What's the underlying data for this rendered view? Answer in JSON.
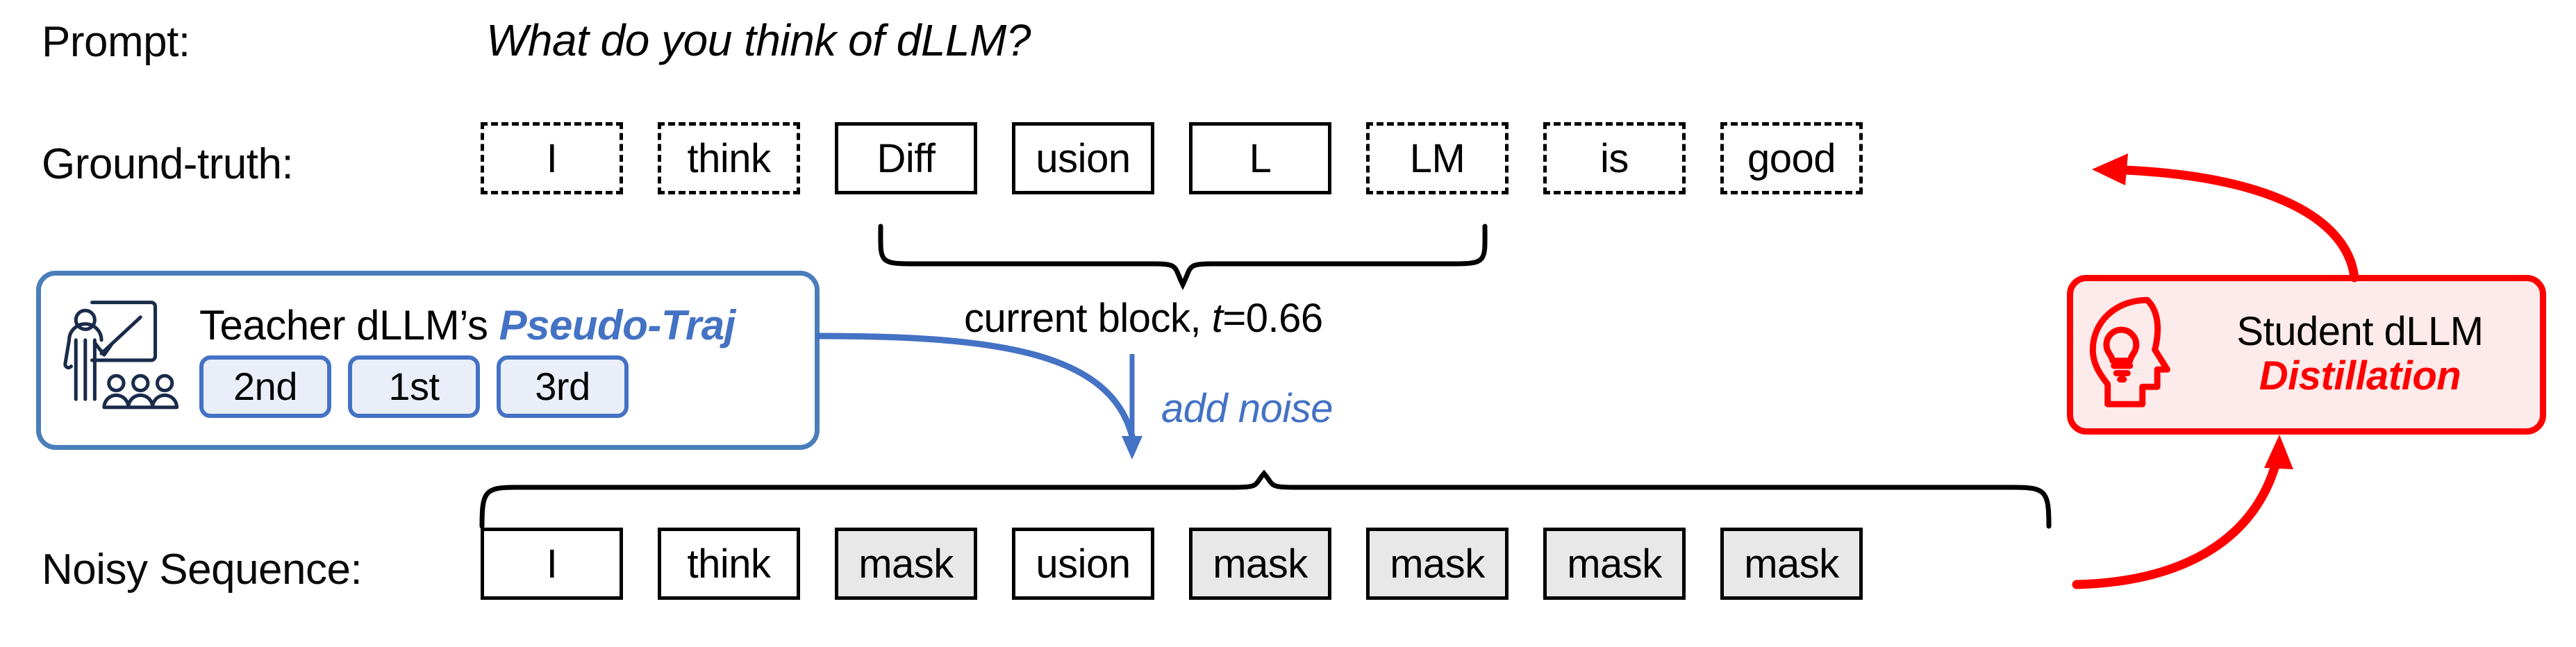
{
  "rows": {
    "prompt_label": "Prompt:",
    "prompt_text": "What do you think of dLLM?",
    "ground_truth_label": "Ground-truth:",
    "noisy_label": "Noisy Sequence:"
  },
  "ground_truth_tokens": [
    {
      "text": "I",
      "style": "dashed"
    },
    {
      "text": "think",
      "style": "dashed"
    },
    {
      "text": "Diff",
      "style": "solid"
    },
    {
      "text": "usion",
      "style": "solid"
    },
    {
      "text": "L",
      "style": "solid"
    },
    {
      "text": "LM",
      "style": "dashed"
    },
    {
      "text": "is",
      "style": "dashed"
    },
    {
      "text": "good",
      "style": "dashed"
    }
  ],
  "noisy_tokens": [
    {
      "text": "I",
      "style": "solid"
    },
    {
      "text": "think",
      "style": "solid"
    },
    {
      "text": "mask",
      "style": "mask"
    },
    {
      "text": "usion",
      "style": "solid"
    },
    {
      "text": "mask",
      "style": "mask"
    },
    {
      "text": "mask",
      "style": "mask"
    },
    {
      "text": "mask",
      "style": "mask"
    },
    {
      "text": "mask",
      "style": "mask"
    }
  ],
  "teacher": {
    "title_plain": "Teacher dLLM’s ",
    "title_accent": "Pseudo-Traj",
    "icon": "teacher-blackboard-icon",
    "chips": [
      "2nd",
      "1st",
      "3rd"
    ]
  },
  "student": {
    "icon": "head-lightbulb-icon",
    "title": "Student dLLM",
    "subtitle": "Distillation"
  },
  "annotations": {
    "current_block_prefix": "current block, ",
    "current_block_var": "t",
    "current_block_value": "=0.66",
    "add_noise": "add noise"
  },
  "colors": {
    "teacher_blue": "#4472c4",
    "teacher_border": "#4a7ebb",
    "chip_fill": "#eaeef8",
    "student_red": "#ff0000",
    "student_fill": "#fdeaea",
    "mask_fill": "#e8e8e8",
    "ink": "#000000"
  }
}
